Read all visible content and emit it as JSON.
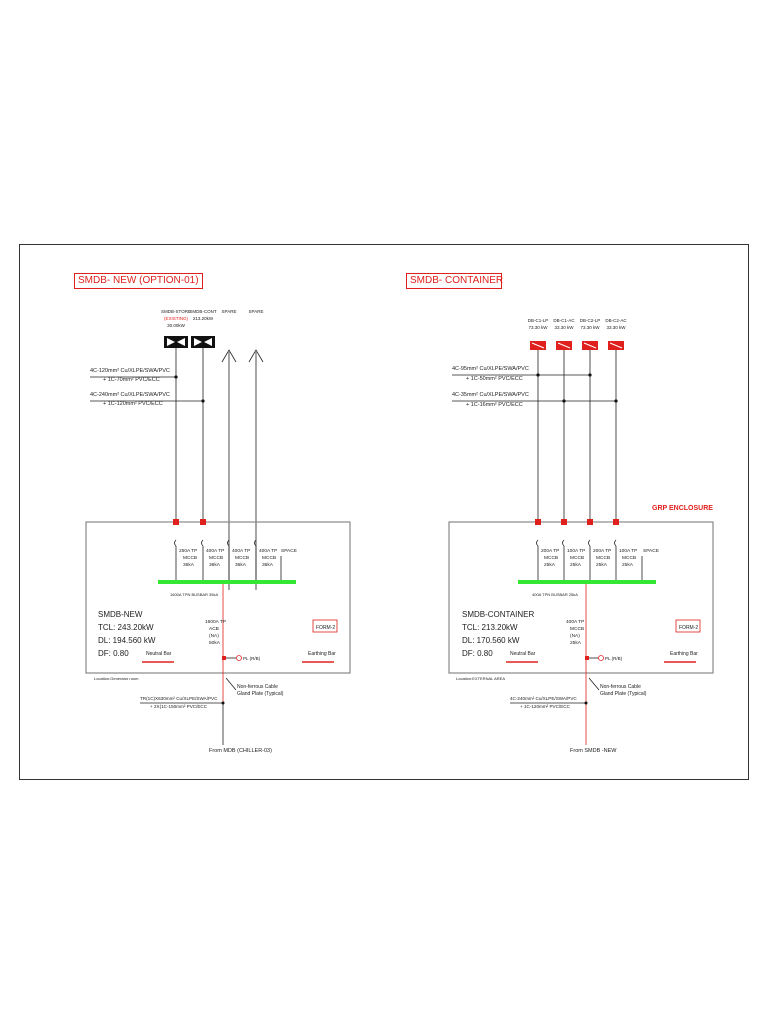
{
  "left": {
    "title": "SMDB- NEW (OPTION-01)",
    "outgoing": [
      {
        "name": "SMDB-STORE",
        "note": "(EXISTING)",
        "load": "30.00kW"
      },
      {
        "name": "SMDB-CONT",
        "note": "",
        "load": "213.20kW"
      },
      {
        "name": "SPARE",
        "note": "",
        "load": ""
      },
      {
        "name": "SPARE",
        "note": "",
        "load": ""
      }
    ],
    "cables": [
      {
        "line1": "4C-120mm² Cu/XLPE/SWA/PVC",
        "line2": "+ 1C-70mm² PVC/ECC"
      },
      {
        "line1": "4C-240mm² Cu/XLPE/SWA/PVC",
        "line2": "+ 1C-120mm² PVC/ECC"
      }
    ],
    "breakers": [
      {
        "l1": "250A TP",
        "l2": "MCCB",
        "l3": "36kA"
      },
      {
        "l1": "400A TP",
        "l2": "MCCB",
        "l3": "36kA"
      },
      {
        "l1": "400A TP",
        "l2": "MCCB",
        "l3": "36kA"
      },
      {
        "l1": "400A TP",
        "l2": "MCCB",
        "l3": "36kA"
      }
    ],
    "space": "SPACE",
    "busbar": "1600A TPN BUSBAR 35kA",
    "panel": {
      "name": "SMDB-NEW",
      "tcl": "TCL:  243.20kW",
      "dl": "DL:   194.560 kW",
      "df": "DF:   0.80"
    },
    "incomer": {
      "l1": "1600A TP",
      "l2": "ACB",
      "l3": "(NA)",
      "l4": "50kA"
    },
    "form": "FORM-2",
    "neutral": "Neutral Bar",
    "earth": "Earthing Bar",
    "location": "Location:Generator room",
    "gland": {
      "l1": "Non-ferrous Cable",
      "l2": "Gland Plate (Typical)"
    },
    "feeder": {
      "l1": "TR(1C)X630mm² Cu/XLPE/SWA/PVC",
      "l2": "+ 2X(1C-150mm² PVC/ECC"
    },
    "from": "From MDB (CHILLER-03)",
    "pl": "PL   (R/B)"
  },
  "right": {
    "title": "SMDB- CONTAINER",
    "outgoing": [
      {
        "name": "DB-C1-LP",
        "load": "73.30 kW"
      },
      {
        "name": "DB-C1-AC",
        "load": "33.30 kW"
      },
      {
        "name": "DB-C2-LP",
        "load": "73.30 kW"
      },
      {
        "name": "DB-C2-AC",
        "load": "33.30 kW"
      }
    ],
    "cables": [
      {
        "line1": "4C-95mm² Cu/XLPE/SWA/PVC",
        "line2": "+ 1C-50mm² PVC/ECC"
      },
      {
        "line1": "4C-35mm² Cu/XLPE/SWA/PVC",
        "line2": "+ 1C-16mm² PVC/ECC"
      }
    ],
    "breakers": [
      {
        "l1": "200A TP",
        "l2": "MCCB",
        "l3": "25kA"
      },
      {
        "l1": "100A TP",
        "l2": "MCCB",
        "l3": "25kA"
      },
      {
        "l1": "200A TP",
        "l2": "MCCB",
        "l3": "25kA"
      },
      {
        "l1": "100A TP",
        "l2": "MCCB",
        "l3": "25kA"
      }
    ],
    "space": "SPACE",
    "enclosure": "GRP ENCLOSURE",
    "busbar": "400A TPN BUSBAR 25kA",
    "panel": {
      "name": "SMDB-CONTAINER",
      "tcl": "TCL:  213.20kW",
      "dl": "DL:   170.560 kW",
      "df": "DF:   0.80"
    },
    "incomer": {
      "l1": "400A TP",
      "l2": "MCCB",
      "l3": "(NA)",
      "l4": "25kA"
    },
    "form": "FORM-2",
    "neutral": "Neutral Bar",
    "earth": "Earthing Bar",
    "location": "Location:EXTERNAL AREA",
    "gland": {
      "l1": "Non-ferrous Cable",
      "l2": "Gland Plate (Typical)"
    },
    "feeder": {
      "l1": "4C-240mm² Cu/XLPE/SWA/PVC",
      "l2": "+ 1C-120mm² PVC/ECC"
    },
    "from": "From SMDB -NEW",
    "pl": "PL   (R/B)"
  },
  "colors": {
    "red": "#e0201c",
    "green": "#33e833",
    "line": "#222222",
    "box": "#888888"
  }
}
